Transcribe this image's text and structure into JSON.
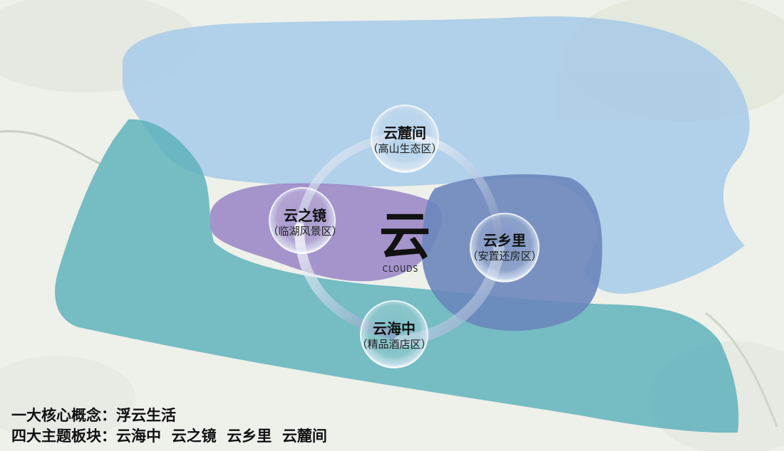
{
  "center": {
    "char": "云",
    "subtitle": "CLOUDS"
  },
  "zones": [
    {
      "title": "云麓间",
      "subtitle": "（高山生态区）"
    },
    {
      "title": "云之镜",
      "subtitle": "（临湖风景区）"
    },
    {
      "title": "云乡里",
      "subtitle": "（安置还房区）"
    },
    {
      "title": "云海中",
      "subtitle": "（精品酒店区）"
    }
  ],
  "footer": {
    "line1": "一大核心概念：浮云生活",
    "line2": "四大主题板块：云海中  云之镜  云乡里  云麓间"
  },
  "colors": {
    "upper_zone": "#a9cbe8",
    "lower_zone": "#5ab0bb",
    "lake_zone": "#9b86c6",
    "village_zone": "#6b86bd",
    "ring": "#e9eef6"
  }
}
